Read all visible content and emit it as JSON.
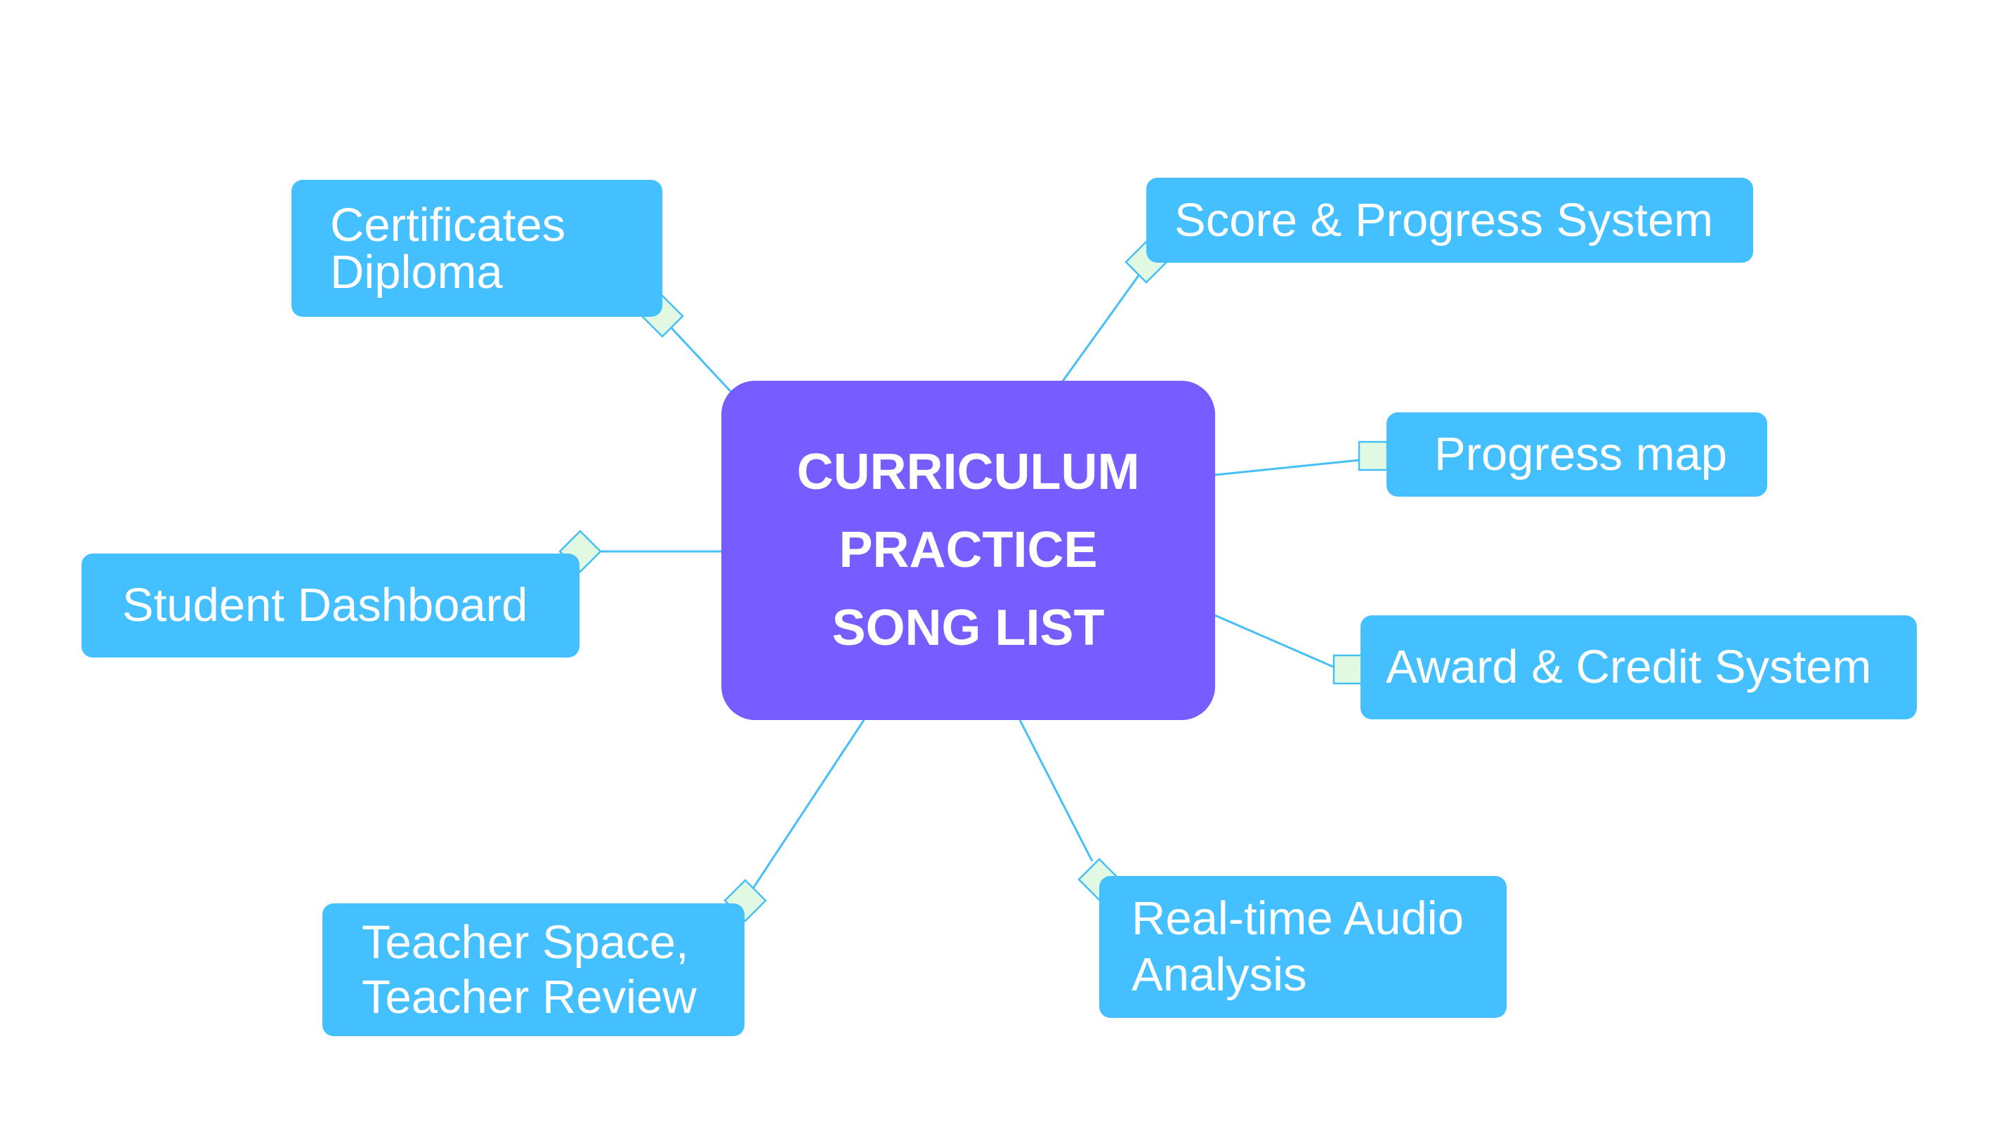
{
  "center": {
    "lines": [
      "CURRICULUM",
      "PRACTICE",
      "SONG LIST"
    ]
  },
  "nodes": {
    "certificates": [
      "Certificates",
      "Diploma"
    ],
    "score_progress": "Score & Progress System",
    "progress_map": "Progress map",
    "award_credit": "Award & Credit System",
    "student_dashboard": "Student Dashboard",
    "teacher": [
      "Teacher Space,",
      "Teacher Review"
    ],
    "audio": [
      "Real-time Audio",
      "Analysis"
    ]
  },
  "colors": {
    "center_fill": "#775cff",
    "node_fill": "#44bfff",
    "connector": "#45bff5",
    "marker_fill": "#e1f8e3",
    "text": "#ffffff",
    "background": "#ffffff"
  }
}
